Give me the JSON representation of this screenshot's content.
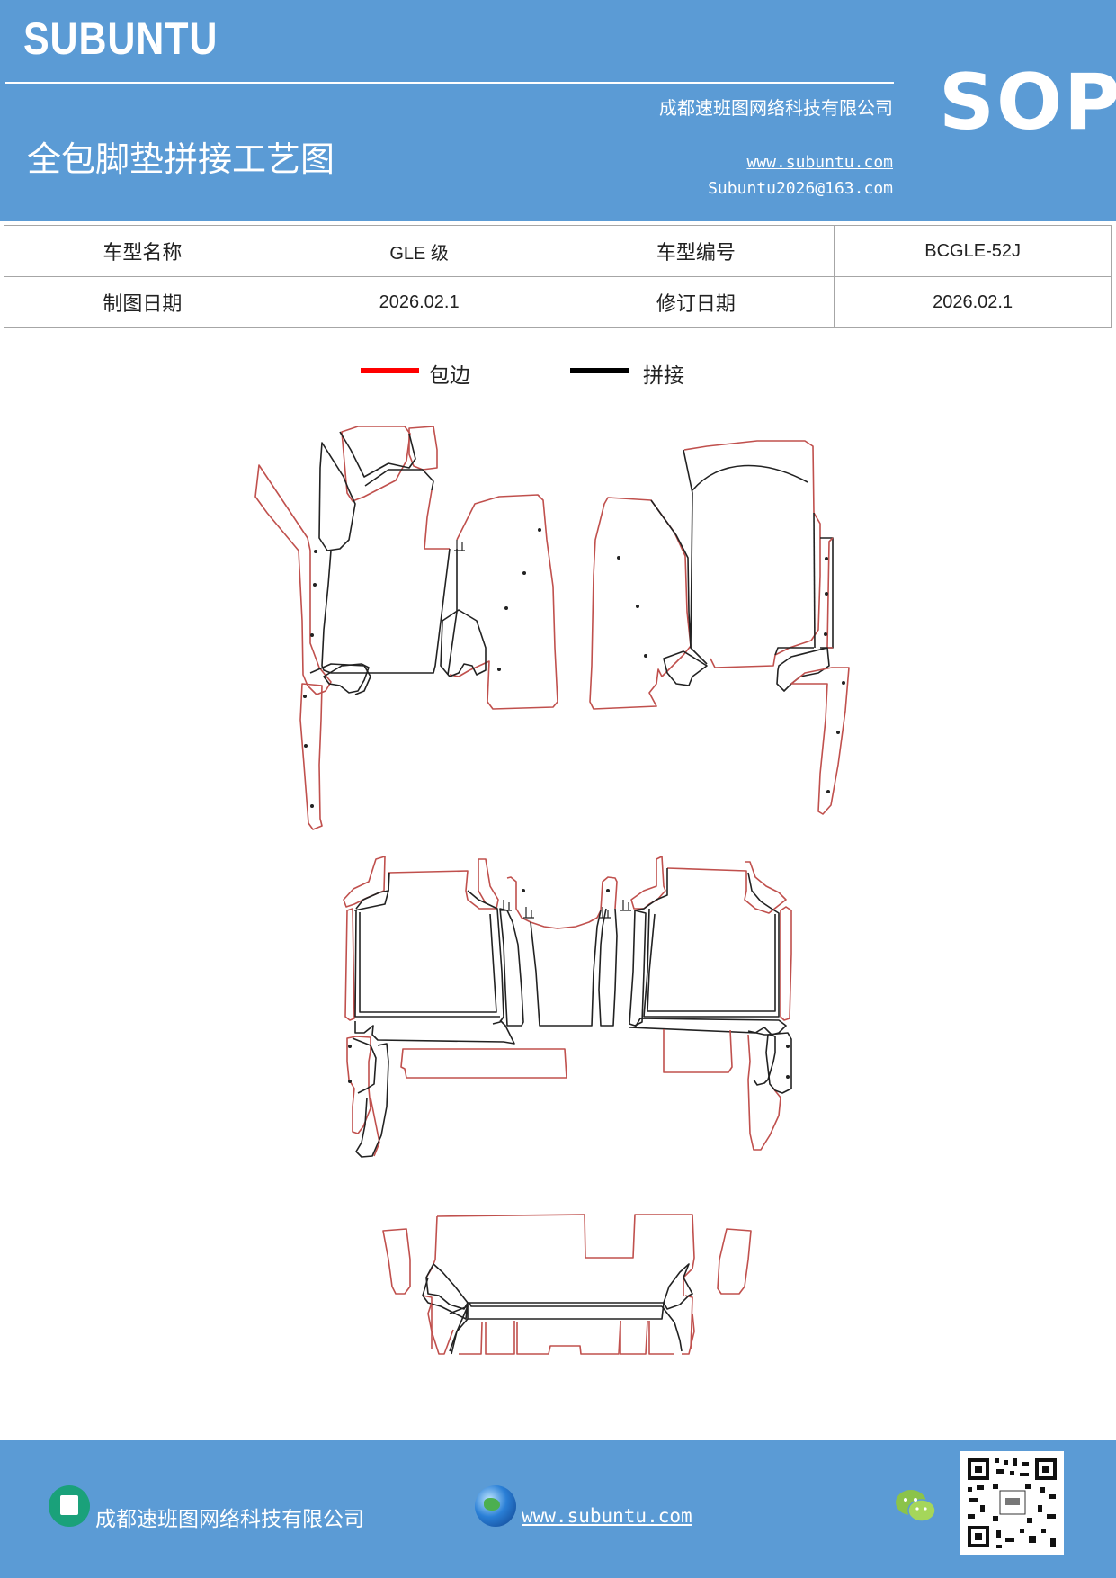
{
  "header": {
    "brand": "SUBUNTU",
    "company": "成都速班图网络科技有限公司",
    "sop": "SOP",
    "title": "全包脚垫拼接工艺图",
    "website": "www.subuntu.com",
    "email": "Subuntu2026@163.com"
  },
  "info_table": {
    "row1": [
      "车型名称",
      "GLE 级",
      "车型编号",
      "BCGLE-52J"
    ],
    "row2": [
      "制图日期",
      "2026.02.1",
      "修订日期",
      "2026.02.1"
    ]
  },
  "legend": {
    "edge_label": "包边",
    "edge_color": "#ff0000",
    "splice_label": "拼接",
    "splice_color": "#000000"
  },
  "drawing": {
    "edge_color": "#c0504d",
    "seam_color": "#222222"
  },
  "footer": {
    "company": "成都速班图网络科技有限公司",
    "website": "www.subuntu.com",
    "icons": [
      "building-icon",
      "globe-icon",
      "wechat-icon",
      "qr-code"
    ]
  }
}
